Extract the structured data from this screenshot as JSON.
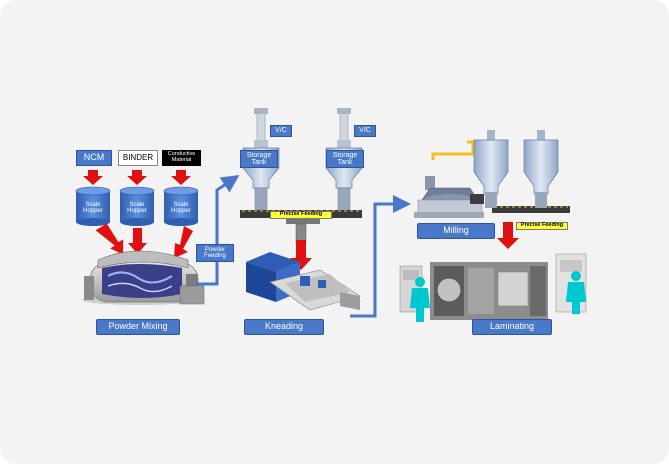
{
  "inputs": [
    {
      "label": "NCM",
      "style": "blue"
    },
    {
      "label": "BINDER",
      "style": "white"
    },
    {
      "label": "Conductive Material",
      "style": "black"
    }
  ],
  "hoppers": [
    "Scale Hopper",
    "Scale Hopper",
    "Scale Hopper"
  ],
  "powder_feeding": "Powder Feeding",
  "vc_labels": [
    "V/C",
    "V/C"
  ],
  "storage_tanks": [
    "Storage Tank",
    "Storage Tank"
  ],
  "precise_feeding": [
    "Precise Feeding",
    "Precise Feeding"
  ],
  "stages": {
    "powder_mixing": "Powder Mixing",
    "kneading": "Kneading",
    "milling": "Milling",
    "laminating": "Laminating"
  },
  "colors": {
    "blue_box": "#4a78c8",
    "red_arrow": "#e01010",
    "flow_arrow": "#4a78c8",
    "yellow": "#ffff33",
    "operator": "#00c8d0"
  }
}
